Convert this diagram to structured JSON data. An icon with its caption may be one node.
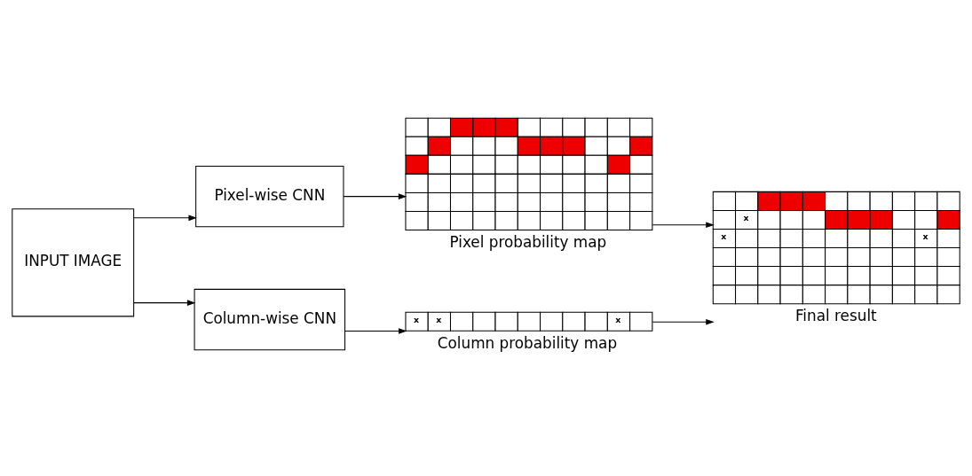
{
  "diagram": {
    "nodes": [
      {
        "text": [
          "INPUT IMAGE"
        ]
      },
      {
        "text": [
          "Pixel-wise CNN"
        ]
      },
      {
        "text": [
          "Column-wise CNN"
        ]
      },
      {
        "text": [],
        "shape": "grid",
        "beside": [
          "Pixel probability map"
        ]
      },
      {
        "text": [],
        "shape": "grid",
        "beside": [
          "Column probability map"
        ]
      },
      {
        "text": [],
        "shape": "grid",
        "beside": [
          "Final result"
        ]
      }
    ],
    "edges": [
      {
        "from": 0,
        "to": 1,
        "arrow": "to"
      },
      {
        "from": 0,
        "to": 2,
        "arrow": "to"
      },
      {
        "from": 1,
        "to": 3,
        "arrow": "to"
      },
      {
        "from": 2,
        "to": 4,
        "arrow": "to"
      },
      {
        "from": 3,
        "to": 5,
        "arrow": "to"
      },
      {
        "from": 4,
        "to": 5,
        "arrow": "to"
      }
    ],
    "labels": [
      "x",
      "x",
      "x",
      "x",
      "x",
      "x"
    ]
  }
}
